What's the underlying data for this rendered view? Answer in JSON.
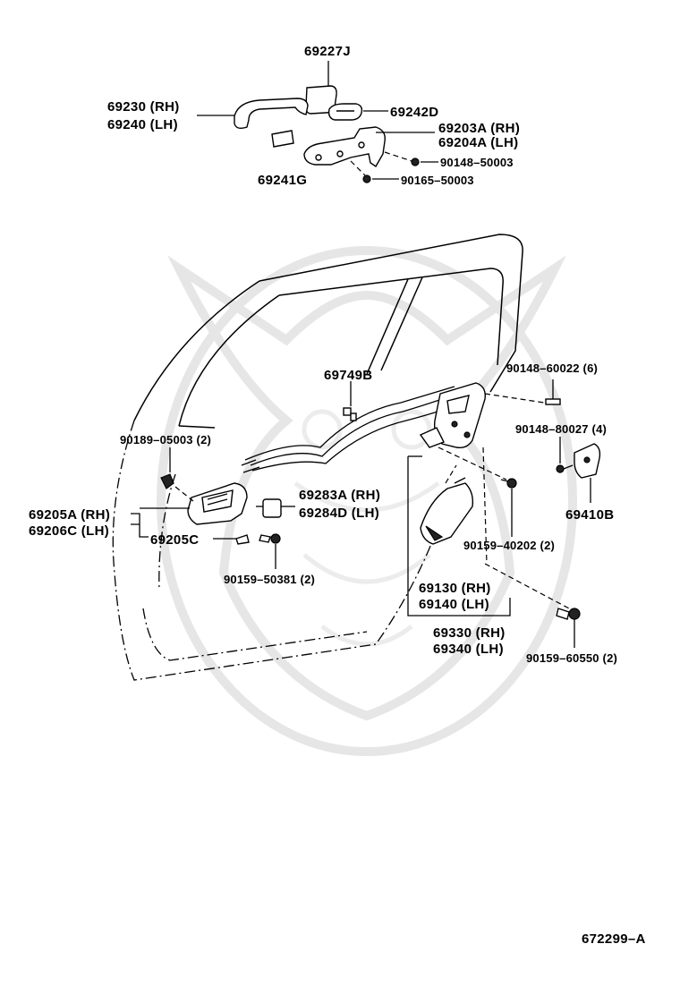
{
  "parts": {
    "p69227J": "69227J",
    "p69230": "69230 (RH)",
    "p69240": "69240 (LH)",
    "p69242D": "69242D",
    "p69203A": "69203A (RH)",
    "p69204A": "69204A (LH)",
    "p90148_50003": "90148–50003",
    "p69241G": "69241G",
    "p90165_50003": "90165–50003",
    "p69749B": "69749B",
    "p90148_60022": "90148–60022 (6)",
    "p90148_80027": "90148–80027 (4)",
    "p90189_05003": "90189–05003 (2)",
    "p69283A": "69283A (RH)",
    "p69284D": "69284D (LH)",
    "p69410B": "69410B",
    "p69205A": "69205A (RH)",
    "p69206C": "69206C (LH)",
    "p69205C": "69205C",
    "p90159_40202": "90159–40202 (2)",
    "p90159_50381": "90159–50381 (2)",
    "p69130": "69130 (RH)",
    "p69140": "69140 (LH)",
    "p69330": "69330 (RH)",
    "p69340": "69340 (LH)",
    "p90159_60550": "90159–60550 (2)"
  },
  "figure_code": "672299–A"
}
